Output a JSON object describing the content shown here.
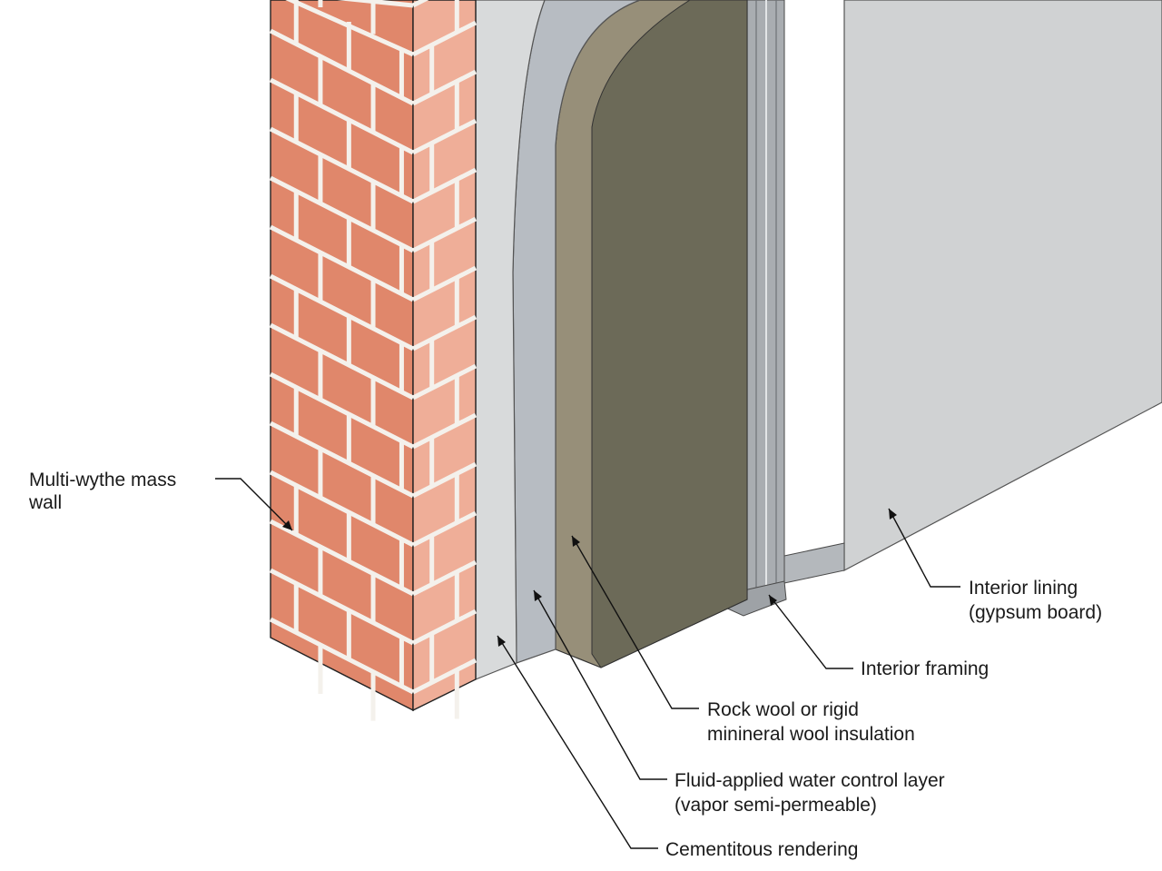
{
  "labels": {
    "mass_wall_line1": "Multi-wythe mass",
    "mass_wall_line2": "wall",
    "interior_lining_line1": "Interior lining",
    "interior_lining_line2": "(gypsum board)",
    "interior_framing": "Interior framing",
    "insulation_line1": "Rock wool or rigid",
    "insulation_line2": "minineral wool insulation",
    "water_control_line1": "Fluid-applied water control layer",
    "water_control_line2": "(vapor semi-permeable)",
    "rendering": "Cementitous rendering"
  },
  "colors": {
    "brick_face": "#e0876b",
    "brick_side": "#efae98",
    "mortar": "#f4f1ec",
    "rendering": "#d8dadb",
    "water_control_layer": "#b7bcc2",
    "insulation_edge": "#978f79",
    "insulation_face": "#6c6a58",
    "steel_framing": "#a9adb1",
    "gypsum_board": "#d0d2d3"
  }
}
